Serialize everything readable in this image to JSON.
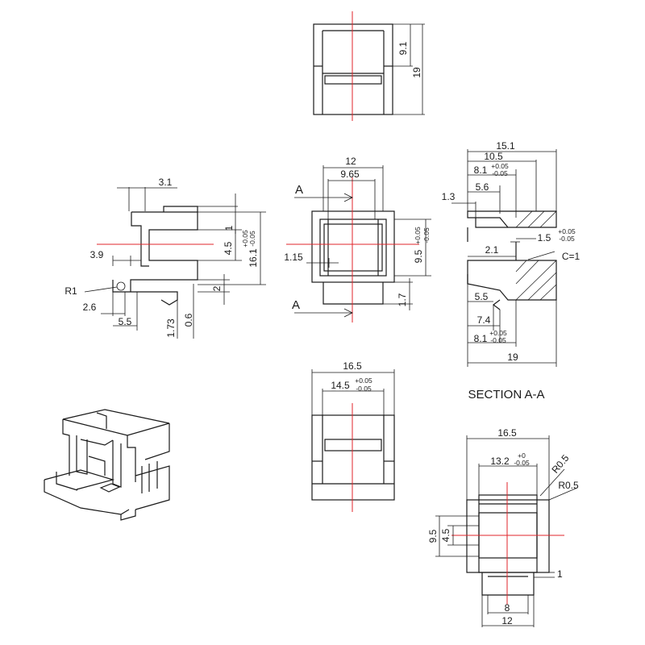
{
  "top_view": {
    "height_inner": "9.1",
    "height_total": "19"
  },
  "side_view": {
    "top_offset": "3.1",
    "right_step": "1",
    "slot_height": "4.5",
    "total_height": "16.1",
    "tol_plus": "+0.05",
    "tol_minus": "-0.05",
    "left_offset": "3.9",
    "radius": "R1",
    "bottom_step": "2",
    "foot_offset": "2.6",
    "foot_width": "5.5",
    "foot_height": "1.73",
    "foot_gap": "0.6"
  },
  "front_view": {
    "width_outer": "12",
    "width_inner": "9.65",
    "section_label_top": "A",
    "section_label_bottom": "A",
    "wall": "1.15",
    "inner_height": "9.5",
    "tol_plus": "+0.05",
    "tol_minus": "-0.05",
    "foot": "1.7"
  },
  "section_view": {
    "total_width": "15.1",
    "width_a": "10.5",
    "width_b": "8.1",
    "tol_plus": "+0.05",
    "tol_minus": "-0.05",
    "step_a": "5.6",
    "lip": "1.3",
    "gap": "1.5",
    "slot": "2.1",
    "chamfer": "C=1",
    "bottom_a": "5.5",
    "bottom_b": "7.4",
    "bottom_c": "8.1",
    "bottom_total": "19",
    "title": "SECTION A-A"
  },
  "bottom_view": {
    "width_outer": "16.5",
    "width_inner": "14.5",
    "tol_plus": "+0.05",
    "tol_minus": "-0.05"
  },
  "rear_view": {
    "width_outer": "16.5",
    "width_inner": "13.2",
    "tol_plus": "+0",
    "tol_minus": "-0.05",
    "radius_a": "R0.5",
    "radius_b": "R0.5",
    "height_a": "9.5",
    "height_b": "4.5",
    "step": "1",
    "bottom_inner": "8",
    "bottom_outer": "12"
  }
}
